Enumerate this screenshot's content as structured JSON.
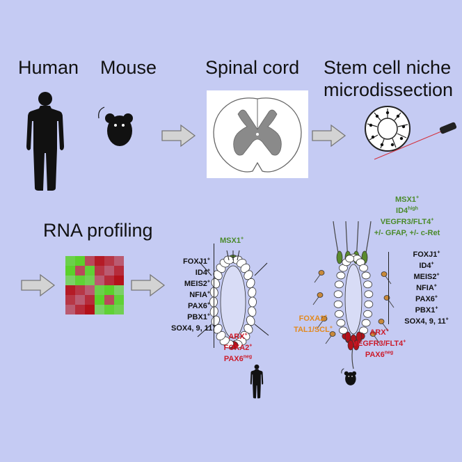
{
  "titles": {
    "human": "Human",
    "mouse": "Mouse",
    "spinal_cord": "Spinal cord",
    "niche_line1": "Stem cell niche",
    "niche_line2": "microdissection",
    "rna": "RNA profiling"
  },
  "human_markers_left": [
    {
      "name": "FOXJ1",
      "sup": "+"
    },
    {
      "name": "ID4",
      "sup": "+"
    },
    {
      "name": "MEIS2",
      "sup": "+"
    },
    {
      "name": "NFIA",
      "sup": "+"
    },
    {
      "name": "PAX6",
      "sup": "+"
    },
    {
      "name": "PBX1",
      "sup": "+"
    },
    {
      "name": "SOX4, 9, 11",
      "sup": "+"
    }
  ],
  "human_dorsal": {
    "name": "MSX1",
    "sup": "+"
  },
  "human_ventral": [
    {
      "name": "ARX",
      "sup": "+"
    },
    {
      "name": "FOXA2",
      "sup": "+"
    },
    {
      "name": "PAX6",
      "sup": "neg"
    }
  ],
  "mouse_dorsal": [
    {
      "name": "MSX1",
      "sup": "+"
    },
    {
      "name": "ID4",
      "sup": "high"
    },
    {
      "name": "VEGFR3/FLT4",
      "sup": "+"
    },
    {
      "name": "+/- GFAP, +/- c-Ret",
      "sup": ""
    }
  ],
  "mouse_orange": [
    {
      "name": "FOXA2",
      "sup": "+"
    },
    {
      "name": "TAL1/SCL",
      "sup": "+"
    }
  ],
  "mouse_ventral": [
    {
      "name": "ARX",
      "sup": "+"
    },
    {
      "name": "VEGFR3/FLT4",
      "sup": "+"
    },
    {
      "name": "PAX6",
      "sup": "neg"
    }
  ],
  "mouse_markers_right": [
    {
      "name": "FOXJ1",
      "sup": "+"
    },
    {
      "name": "ID4",
      "sup": "+"
    },
    {
      "name": "MEIS2",
      "sup": "+"
    },
    {
      "name": "NFIA",
      "sup": "+"
    },
    {
      "name": "PAX6",
      "sup": "+"
    },
    {
      "name": "PBX1",
      "sup": "+"
    },
    {
      "name": "SOX4, 9, 11",
      "sup": "+"
    }
  ],
  "colors": {
    "background": "#c5cbf3",
    "green_marker": "#4a8a2a",
    "red_marker": "#cc1b2a",
    "orange_marker": "#e3891e",
    "heatmap_green": "#5bd12b",
    "heatmap_red": "#b3111a"
  }
}
